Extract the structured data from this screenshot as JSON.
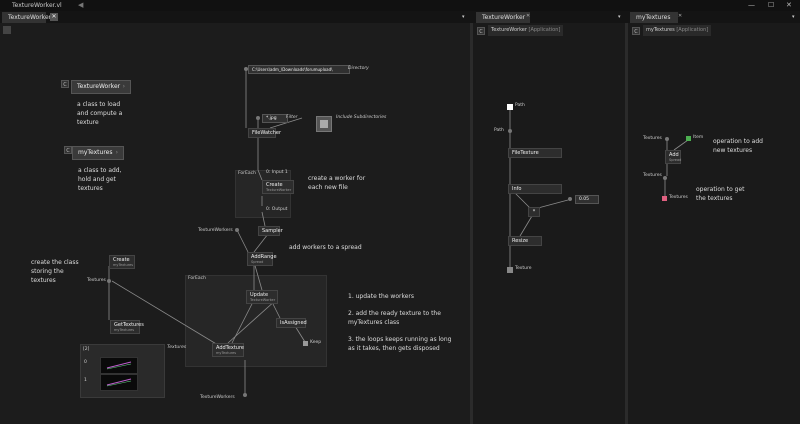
{
  "window": {
    "title": "TextureWorker.vl",
    "back_glyph": "◀",
    "controls": {
      "min": "—",
      "max": "☐",
      "close": "✕"
    }
  },
  "tabs": {
    "main": {
      "label": "TextureWorker",
      "close": "✕"
    },
    "pane2": {
      "label": "TextureWorker",
      "close": "✕"
    },
    "pane3": {
      "label": "myTextures",
      "close": "✕"
    }
  },
  "pane2_header": {
    "badge": "C",
    "name": "TextureWorker",
    "scope": "[Application]"
  },
  "pane3_header": {
    "badge": "C",
    "name": "myTextures",
    "scope": "[Application]"
  },
  "classes": [
    {
      "badge": "C",
      "name": "TextureWorker",
      "desc": [
        "a class to load",
        "and compute a",
        "texture"
      ]
    },
    {
      "badge": "C",
      "name": "myTextures",
      "desc": [
        "a class to add,",
        "hold and get",
        "textures"
      ]
    }
  ],
  "canvas": {
    "directory_value": "C:\\Users\\adm_\\Downloads\\forumupload\\",
    "directory_label": "Directory",
    "filter_value": "*.jpg",
    "filter_label": "Filter",
    "subdirs_label": "Include Subdirectories",
    "filewatcher": "FileWatcher",
    "foreach1": "ForEach",
    "input1": "0:  Input 1",
    "create_worker": {
      "name": "Create",
      "sub": "TextureWorker"
    },
    "output": "0:  Output",
    "comment_create": [
      "create a worker for",
      "each new file"
    ],
    "sampler": "Sampler",
    "texture_workers_1": "TextureWorkers",
    "addrange": {
      "name": "AddRange",
      "sub": "Spread"
    },
    "comment_add": "add workers to a spread",
    "comment_class": [
      "create the class",
      "storing the",
      "textures"
    ],
    "create_mytex": {
      "name": "Create",
      "sub": "myTextures"
    },
    "textures_label": "Textures",
    "gettextures": {
      "name": "GetTextures",
      "sub": "myTextures"
    },
    "foreach2": "ForEach",
    "update": {
      "name": "Update",
      "sub": "TextureWorker"
    },
    "isassigned": "IsAssigned",
    "keep": "Keep",
    "addtexture": {
      "name": "AddTexture",
      "sub": "myTextures"
    },
    "texture_workers_2": "TextureWorkers",
    "spread_count": "[2]",
    "spread_index": [
      "0",
      "1"
    ],
    "textures_preview_label": "Textures",
    "notes": [
      [
        "1.  update the workers"
      ],
      [
        "2.  add the ready texture to the",
        "myTextures class"
      ],
      [
        "3.  the loops keeps running as long",
        "as it takes, then gets disposed"
      ]
    ]
  },
  "pane2": {
    "path_in": "Path",
    "path_label": "Path",
    "filetexture": "FileTexture",
    "info": "Info",
    "mult": "*",
    "value": "0.05",
    "resize": "Resize",
    "texture_out": "Texture"
  },
  "pane3": {
    "textures_in": "Textures",
    "item": "Item",
    "add": {
      "name": "Add",
      "sub": "Spread"
    },
    "comment_add": [
      "operation to add",
      "new textures"
    ],
    "textures_mid": "Textures",
    "comment_get": [
      "operation to get",
      "the textures"
    ],
    "textures_out": "Textures"
  },
  "colors": {
    "accent_green": "#4caf50",
    "accent_pink": "#e06080",
    "wire": "#9a9a9a"
  }
}
